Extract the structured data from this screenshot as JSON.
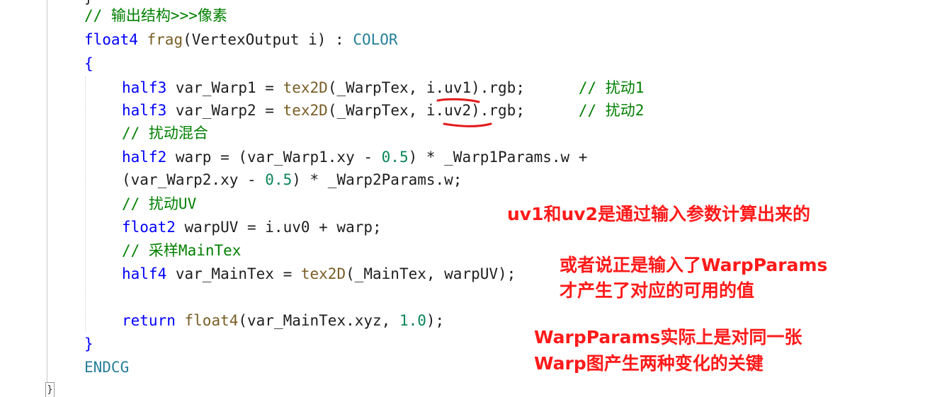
{
  "editor": {
    "top_brace": "}",
    "lines": [
      [
        {
          "t": "// 输出结构>>>像素",
          "c": "cm"
        }
      ],
      [
        {
          "t": "float4",
          "c": "kw"
        },
        {
          "t": " ",
          "c": "pl"
        },
        {
          "t": "frag",
          "c": "fn"
        },
        {
          "t": "(",
          "c": "pl"
        },
        {
          "t": "VertexOutput",
          "c": "pl"
        },
        {
          "t": " i) : ",
          "c": "pl"
        },
        {
          "t": "COLOR",
          "c": "ty"
        }
      ],
      [
        {
          "t": "{",
          "c": "kw"
        }
      ],
      [
        {
          "t": "half3",
          "c": "kw"
        },
        {
          "t": " var_Warp1 = ",
          "c": "pl"
        },
        {
          "t": "tex2D",
          "c": "fn"
        },
        {
          "t": "(_WarpTex, i.uv1)",
          "c": "pl"
        },
        {
          "t": ".rgb;      ",
          "c": "pl"
        },
        {
          "t": "// 扰动1",
          "c": "cm"
        }
      ],
      [
        {
          "t": "half3",
          "c": "kw"
        },
        {
          "t": " var_Warp2 = ",
          "c": "pl"
        },
        {
          "t": "tex2D",
          "c": "fn"
        },
        {
          "t": "(_WarpTex, i.uv2)",
          "c": "pl"
        },
        {
          "t": ".rgb;      ",
          "c": "pl"
        },
        {
          "t": "// 扰动2",
          "c": "cm"
        }
      ],
      [
        {
          "t": "// 扰动混合",
          "c": "cm"
        }
      ],
      [
        {
          "t": "half2",
          "c": "kw"
        },
        {
          "t": " warp = (var_Warp1.xy - ",
          "c": "pl"
        },
        {
          "t": "0.5",
          "c": "num"
        },
        {
          "t": ") * _Warp1Params.w +",
          "c": "pl"
        }
      ],
      [
        {
          "t": "(var_Warp2.xy - ",
          "c": "pl"
        },
        {
          "t": "0.5",
          "c": "num"
        },
        {
          "t": ") * _Warp2Params.w;",
          "c": "pl"
        }
      ],
      [
        {
          "t": "// 扰动UV",
          "c": "cm"
        }
      ],
      [
        {
          "t": "float2",
          "c": "kw"
        },
        {
          "t": " warpUV = i.uv0 + warp;",
          "c": "pl"
        }
      ],
      [
        {
          "t": "// 采样MainTex",
          "c": "cm"
        }
      ],
      [
        {
          "t": "half4",
          "c": "kw"
        },
        {
          "t": " var_MainTex = ",
          "c": "pl"
        },
        {
          "t": "tex2D",
          "c": "fn"
        },
        {
          "t": "(_MainTex, warpUV);",
          "c": "pl"
        }
      ],
      [],
      [
        {
          "t": "return",
          "c": "kw"
        },
        {
          "t": " ",
          "c": "pl"
        },
        {
          "t": "float4",
          "c": "fn"
        },
        {
          "t": "(var_MainTex.xyz, ",
          "c": "pl"
        },
        {
          "t": "1.0",
          "c": "num"
        },
        {
          "t": ");",
          "c": "pl"
        }
      ],
      [
        {
          "t": "}",
          "c": "kw"
        }
      ],
      [
        {
          "t": "ENDCG",
          "c": "ty"
        }
      ]
    ]
  },
  "annotations": {
    "note1": "uv1和uv2是通过输入参数计算出来的",
    "note2_line1": "或者说正是输入了WarpParams",
    "note2_line2": "才产生了对应的可用的值",
    "note3_line1": "WarpParams实际上是对同一张",
    "note3_line2": "Warp图产生两种变化的关键"
  },
  "colors": {
    "keyword": "#0000ff",
    "function": "#795e26",
    "type": "#267f99",
    "comment": "#008000",
    "number": "#098658",
    "annotation": "#ff1a1a"
  }
}
